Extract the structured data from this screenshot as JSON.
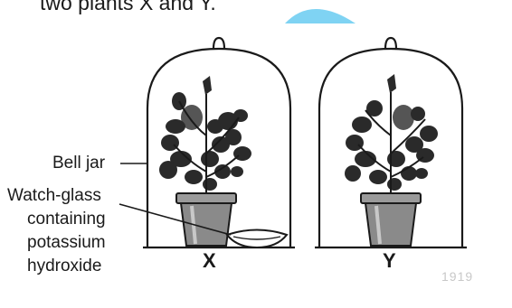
{
  "header": {
    "text": "two plants X and Y."
  },
  "labels": {
    "bell_jar": "Bell jar",
    "watch_glass_lines": [
      "Watch-glass",
      "containing",
      "potassium",
      "hydroxide"
    ],
    "plant_x": "X",
    "plant_y": "Y"
  },
  "watermark": "1919",
  "colors": {
    "line": "#1a1a1a",
    "accent_blue": "#7fd3f3",
    "foliage": "#2a2a2a",
    "pot": "#8a8a8a"
  }
}
